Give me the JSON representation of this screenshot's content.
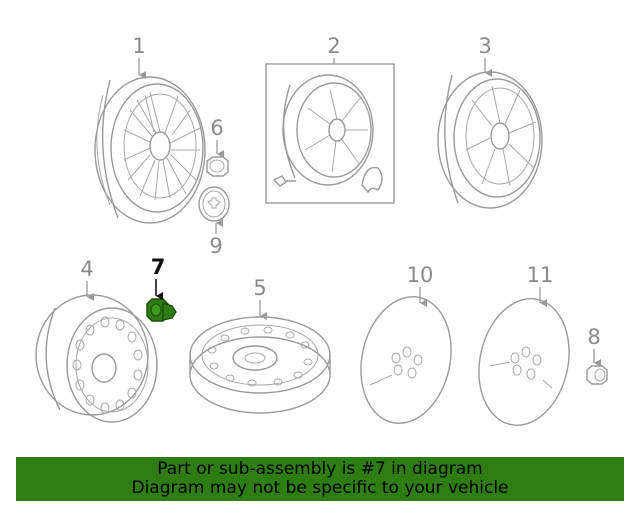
{
  "diagram": {
    "callouts": [
      "1",
      "2",
      "3",
      "4",
      "5",
      "6",
      "7",
      "8",
      "9",
      "10",
      "11"
    ],
    "highlighted": "7",
    "highlight_color": "#2e7d12"
  },
  "banner": {
    "line1": "Part or sub-assembly is #7 in diagram",
    "line2": "Diagram may not be specific to your vehicle",
    "background": "#2e7d12"
  }
}
